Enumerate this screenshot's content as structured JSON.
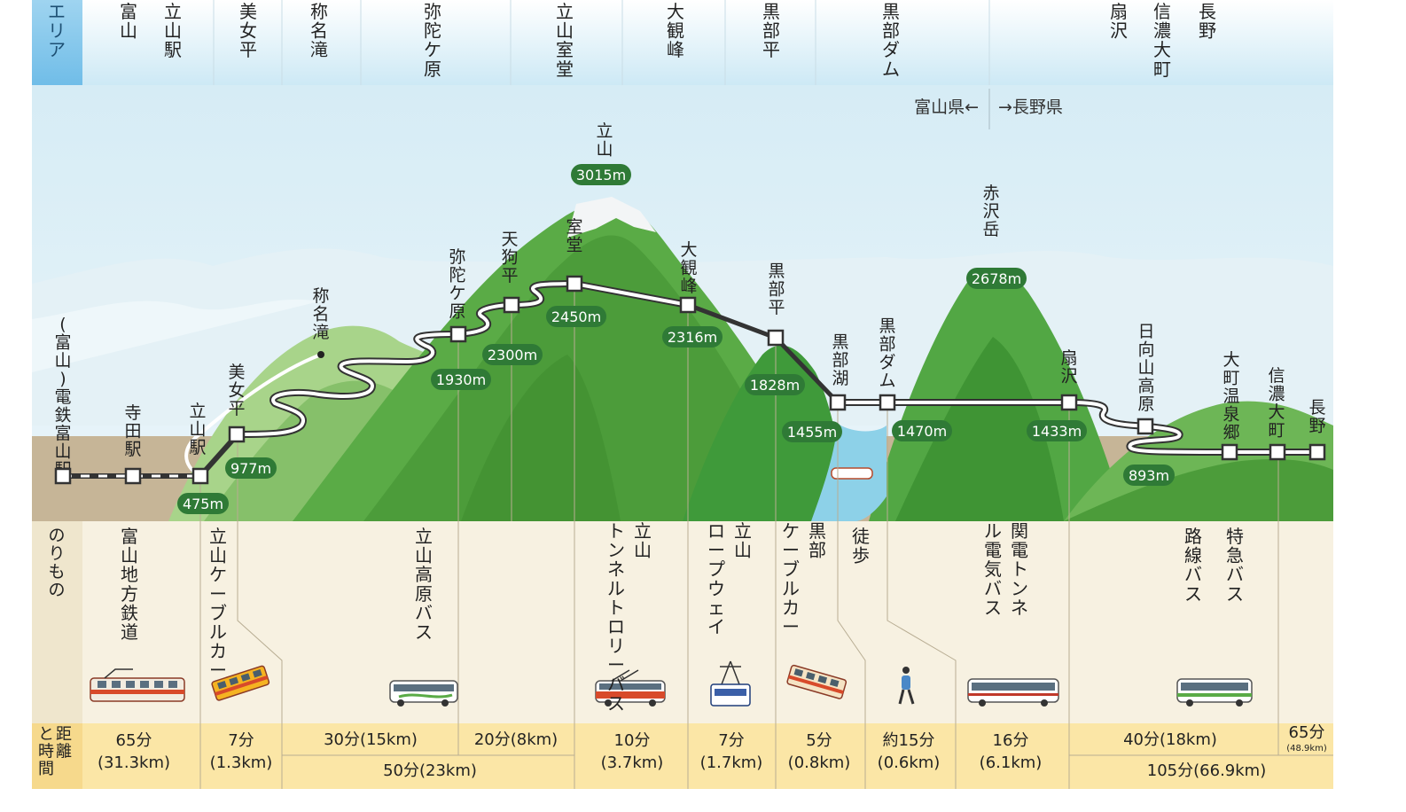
{
  "header": {
    "area_label": "エリア",
    "areas": [
      "富山",
      "立山駅",
      "美女平",
      "称名滝",
      "弥陀ケ原",
      "立山室堂",
      "大観峰",
      "黒部平",
      "黒部ダム",
      "扇沢",
      "信濃大町",
      "長野"
    ]
  },
  "prefecture": {
    "toyama": "富山県←",
    "nagano": "→長野県"
  },
  "peaks": [
    {
      "name": "立山",
      "elevation": "3015m"
    },
    {
      "name": "赤沢岳",
      "elevation": "2678m"
    }
  ],
  "landmark": {
    "name": "称名滝"
  },
  "stations": [
    {
      "name": "(富山)電鉄富山駅",
      "elevation": ""
    },
    {
      "name": "寺田駅",
      "elevation": ""
    },
    {
      "name": "立山駅",
      "elevation": "475m"
    },
    {
      "name": "美女平",
      "elevation": "977m"
    },
    {
      "name": "弥陀ケ原",
      "elevation": "1930m"
    },
    {
      "name": "天狗平",
      "elevation": "2300m"
    },
    {
      "name": "室堂",
      "elevation": "2450m"
    },
    {
      "name": "大観峰",
      "elevation": "2316m"
    },
    {
      "name": "黒部平",
      "elevation": "1828m"
    },
    {
      "name": "黒部湖",
      "elevation": "1455m"
    },
    {
      "name": "黒部ダム",
      "elevation": "1470m"
    },
    {
      "name": "扇沢",
      "elevation": "1433m"
    },
    {
      "name": "日向山高原",
      "elevation": "893m"
    },
    {
      "name": "大町温泉郷",
      "elevation": ""
    },
    {
      "name": "信濃大町",
      "elevation": ""
    },
    {
      "name": "長野",
      "elevation": ""
    }
  ],
  "transport": {
    "label": "のりもの",
    "items": [
      "富山地方鉄道",
      "立山ケーブルカー",
      "立山高原バス",
      "立山トンネルトロリーバス",
      "立山ロープウェイ",
      "黒部ケーブルカー",
      "徒歩",
      "関電トンネル電気バス",
      "路線バス",
      "特急バス"
    ]
  },
  "distance": {
    "label": "距離と時間",
    "cells": [
      {
        "t": "65分",
        "d": "(31.3km)"
      },
      {
        "t": "7分",
        "d": "(1.3km)"
      },
      {
        "t": "30分(15km)",
        "d": ""
      },
      {
        "t": "20分(8km)",
        "d": ""
      },
      {
        "t": "50分(23km)",
        "d": ""
      },
      {
        "t": "10分",
        "d": "(3.7km)"
      },
      {
        "t": "7分",
        "d": "(1.7km)"
      },
      {
        "t": "5分",
        "d": "(0.8km)"
      },
      {
        "t": "約15分",
        "d": "(0.6km)"
      },
      {
        "t": "16分",
        "d": "(6.1km)"
      },
      {
        "t": "40分(18km)",
        "d": ""
      },
      {
        "t": "65分",
        "d": "(48.9km)"
      },
      {
        "t": "105分(66.9km)",
        "d": ""
      }
    ]
  },
  "colors": {
    "label_pill": "#2f7a36",
    "route_line": "#333333",
    "area_cell": "#7cc4ec",
    "transport_bg": "#f7f1e1",
    "distance_bg": "#fbe6a6"
  }
}
